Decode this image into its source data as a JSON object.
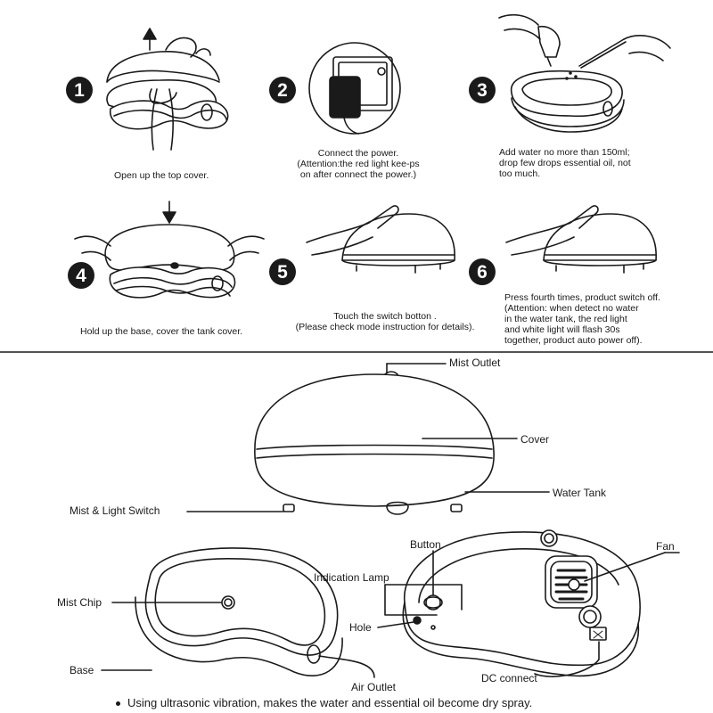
{
  "steps": [
    {
      "number": "1",
      "lines": [
        "Open up the top cover."
      ]
    },
    {
      "number": "2",
      "lines": [
        "Connect the power.",
        "(Attention:the red light kee-ps",
        "on after connect the power.)"
      ]
    },
    {
      "number": "3",
      "lines": [
        "Add water no more than 150ml;",
        "drop few drops essential oil, not",
        "too much."
      ]
    },
    {
      "number": "4",
      "lines": [
        "Hold up the base, cover the tank cover."
      ]
    },
    {
      "number": "5",
      "lines": [
        "Touch the switch botton .",
        "(Please check mode instruction for details)."
      ]
    },
    {
      "number": "6",
      "lines": [
        "Press fourth times, product switch off.",
        "(Attention: when detect no water",
        "in the water tank, the red light",
        "and white light will flash 30s",
        "together, product auto power off)."
      ]
    }
  ],
  "labels": {
    "mist_outlet": "Mist Outlet",
    "cover": "Cover",
    "water_tank": "Water Tank",
    "mist_light_switch": "Mist & Light Switch",
    "mist_chip": "Mist Chip",
    "base": "Base",
    "air_outlet": "Air Outlet",
    "button": "Button",
    "fan": "Fan",
    "indication_lamp": "Indication Lamp",
    "hole": "Hole",
    "dc_connect": "DC connect"
  },
  "footnote": "Using ultrasonic vibration, makes the water and essential oil become dry spray.",
  "colors": {
    "ink": "#1a1a1a",
    "paper": "#ffffff"
  },
  "icons": [
    "arrow-up-icon",
    "arrow-down-icon",
    "hand-icon",
    "power-plug-icon",
    "dropper-icon"
  ]
}
